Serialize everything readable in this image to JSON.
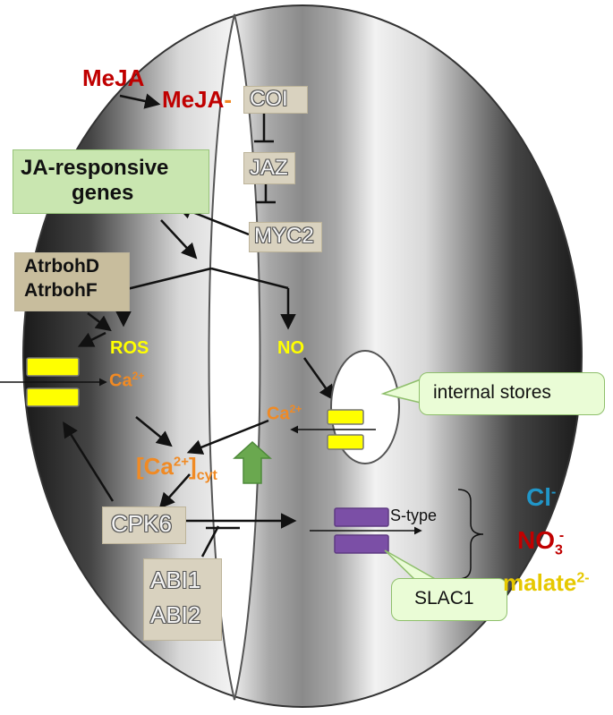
{
  "labels": {
    "meja": "MeJA",
    "meja_coi_prefix": "MeJA",
    "meja_coi_sep": "-",
    "coi": "COI",
    "jaz": "JAZ",
    "myc2": "MYC2",
    "ja_genes_line1": "JA-responsive",
    "ja_genes_line2": "genes",
    "atrbohd": "AtrbohD",
    "atrbohf": "AtrbohF",
    "ros": "ROS",
    "no": "NO",
    "ca_left": "Ca",
    "ca_left_sup": "2+",
    "ca_right": "Ca",
    "ca_right_sup": "2+",
    "cacyt_open": "[Ca",
    "cacyt_sup": "2+",
    "cacyt_close": "]",
    "cacyt_sub": "cyt",
    "cpk6": "CPK6",
    "abi1": "ABI1",
    "abi2": "ABI2",
    "internal_stores": "internal stores",
    "s_type": "S-type",
    "slac1": "SLAC1",
    "cl": "Cl",
    "cl_sup": "-",
    "no3": "NO",
    "no3_sub": "3",
    "no3_sup": "-",
    "malate": "malate",
    "malate_sup": "2-"
  },
  "colors": {
    "red": "#c00000",
    "yellow_text": "#ffff00",
    "orange": "#f08a24",
    "cl_blue": "#2196c8",
    "malate_yellow": "#e6c800",
    "channel_yellow": "#ffff00",
    "channel_purple": "#7b4fa6",
    "arrow_green": "#6aa84f"
  }
}
